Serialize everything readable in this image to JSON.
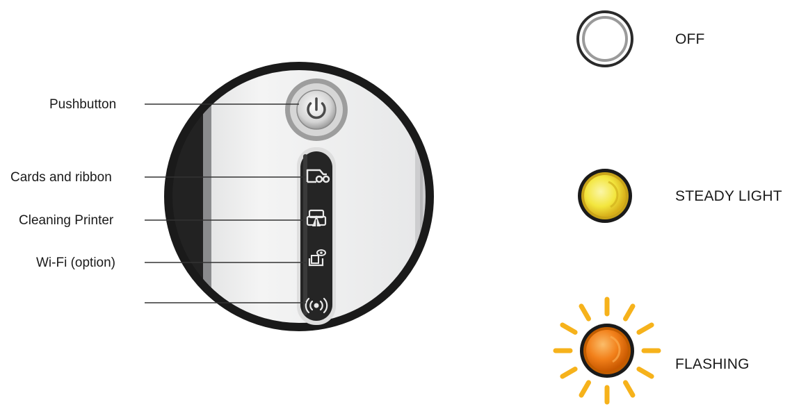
{
  "callouts": {
    "pushbutton": "Pushbutton",
    "cards_ribbon": "Cards and ribbon",
    "cleaning": "Cleaning Printer",
    "wifi": "Wi-Fi (option)"
  },
  "legend": {
    "off": "OFF",
    "steady": "STEADY LIGHT",
    "flashing": "FLASHING"
  },
  "icons": {
    "power": "power-icon",
    "cards_ribbon": "card-ribbon-icon",
    "cleaning": "cleaning-printer-icon",
    "wifi": "wifi-module-icon",
    "wireless": "wireless-signal-icon"
  },
  "colors": {
    "steady": "#f2e23a",
    "flashing": "#f07d10",
    "rays": "#f6b21b"
  }
}
